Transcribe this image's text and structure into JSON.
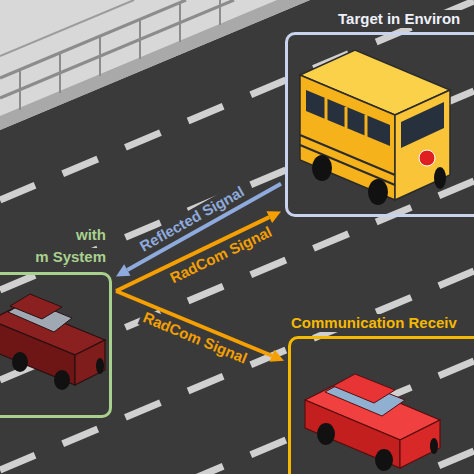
{
  "diagram": {
    "nodes": [
      {
        "text": [
          "Target in Environ"
        ]
      },
      {
        "text": [
          "with",
          "m System"
        ]
      },
      {
        "text": [
          "Communication Receiv"
        ]
      }
    ],
    "edges": [
      {
        "from": 0,
        "to": 1,
        "arrow": "to",
        "label": "Reflected Signal"
      },
      {
        "from": 1,
        "to": 0,
        "arrow": "to",
        "label": "RadCom Signal"
      },
      {
        "from": 1,
        "to": 2,
        "arrow": "to",
        "label": "RadCom Signal"
      }
    ]
  }
}
